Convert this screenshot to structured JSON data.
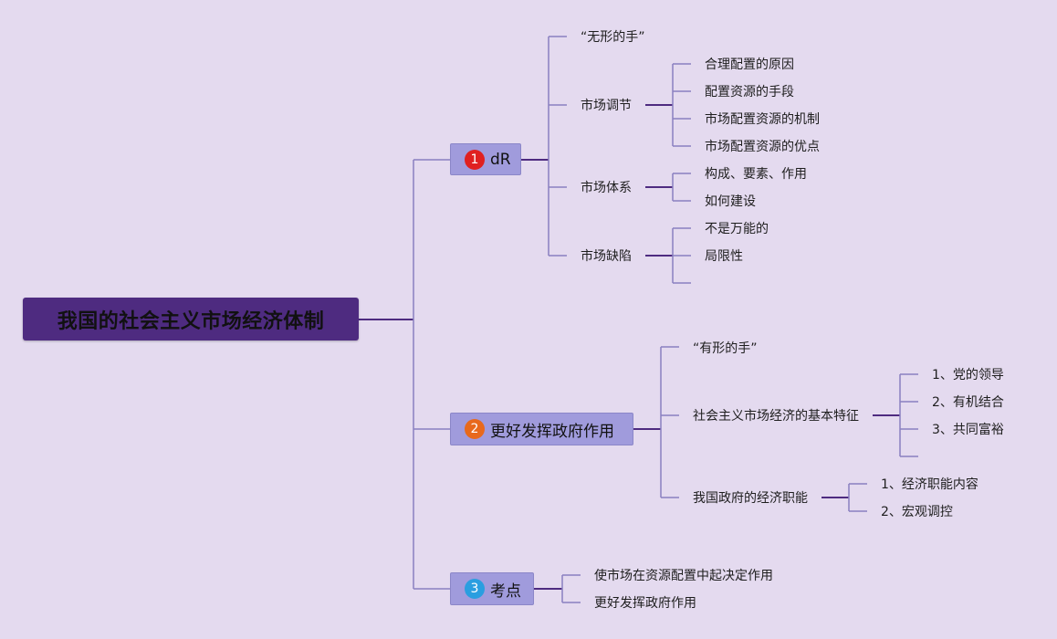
{
  "root": {
    "title": "我国的社会主义市场经济体制"
  },
  "colors": {
    "background": "#e4daef",
    "root_fill": "#4e2b80",
    "branch_fill": "#a09bdc",
    "connector_main": "#4e2b80",
    "connector_leaf": "#8a80c0",
    "badge_1": "#e02020",
    "badge_2": "#e8691c",
    "badge_3": "#2a9ee0"
  },
  "branches": [
    {
      "number": "1",
      "label": "dR",
      "badge_color": "#e02020",
      "children": [
        {
          "label": "“无形的手”",
          "children": []
        },
        {
          "label": "市场调节",
          "children": [
            "合理配置的原因",
            "配置资源的手段",
            "市场配置资源的机制",
            "市场配置资源的优点"
          ]
        },
        {
          "label": "市场体系",
          "children": [
            "构成、要素、作用",
            "如何建设"
          ]
        },
        {
          "label": "市场缺陷",
          "children": [
            "不是万能的",
            "局限性",
            ""
          ]
        }
      ]
    },
    {
      "number": "2",
      "label": "更好发挥政府作用",
      "badge_color": "#e8691c",
      "children": [
        {
          "label": "“有形的手”",
          "children": []
        },
        {
          "label": "社会主义市场经济的基本特征",
          "children": [
            "1、党的领导",
            "2、有机结合",
            "3、共同富裕",
            ""
          ]
        },
        {
          "label": "我国政府的经济职能",
          "children": [
            "1、经济职能内容",
            "2、宏观调控"
          ]
        }
      ]
    },
    {
      "number": "3",
      "label": "考点",
      "badge_color": "#2a9ee0",
      "children": [
        {
          "label": "使市场在资源配置中起决定作用",
          "children": []
        },
        {
          "label": "更好发挥政府作用",
          "children": []
        }
      ]
    }
  ]
}
